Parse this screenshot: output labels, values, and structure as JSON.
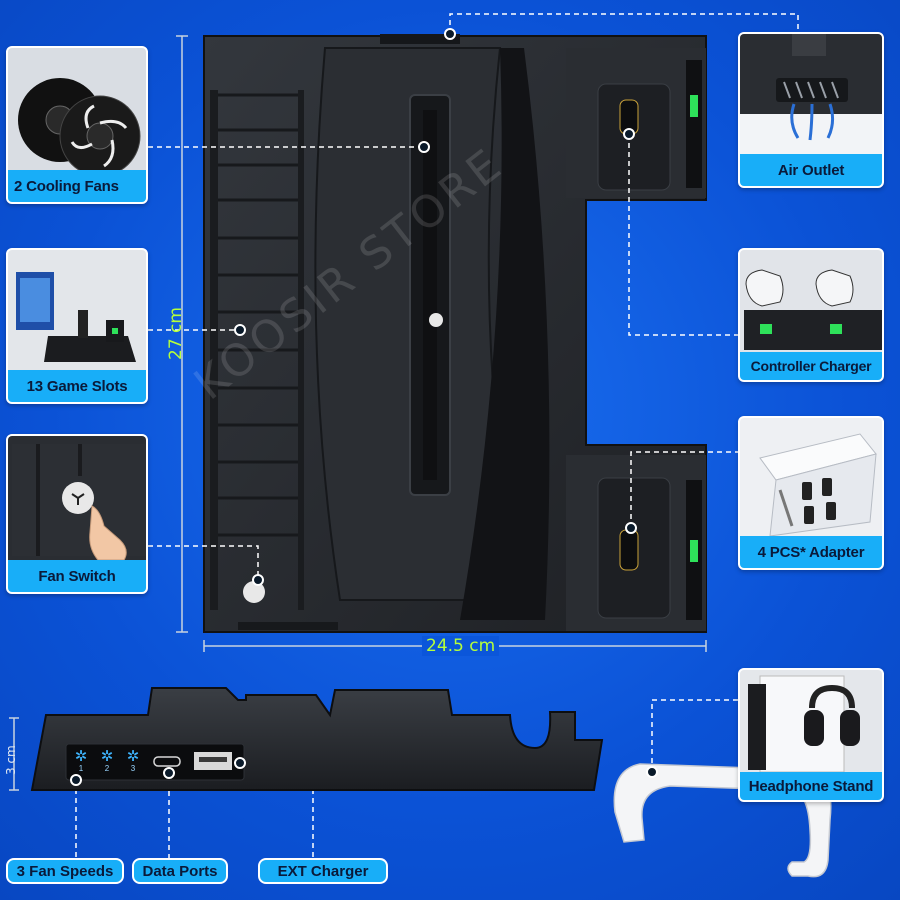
{
  "callouts": {
    "cooling_fans": "2 Cooling Fans",
    "game_slots": "13 Game Slots",
    "fan_switch": "Fan Switch",
    "air_outlet": "Air Outlet",
    "controller_charger": "Controller Charger",
    "adapter": "4 PCS* Adapter",
    "headphone_stand": "Headphone Stand"
  },
  "bottom_labels": {
    "fan_speeds": "3 Fan Speeds",
    "data_ports": "Data Ports",
    "ext_charger": "EXT Charger"
  },
  "dimensions": {
    "height": "27 cm",
    "width": "24.5 cm",
    "depth": "3 cm"
  },
  "watermark": "KOOSIR STORE",
  "fan_speed_numbers": [
    "1",
    "2",
    "3"
  ],
  "colors": {
    "background": "#0b52d6",
    "label_fill": "#18aef8",
    "dimension": "#b6ff3a",
    "device": "#25282d"
  }
}
